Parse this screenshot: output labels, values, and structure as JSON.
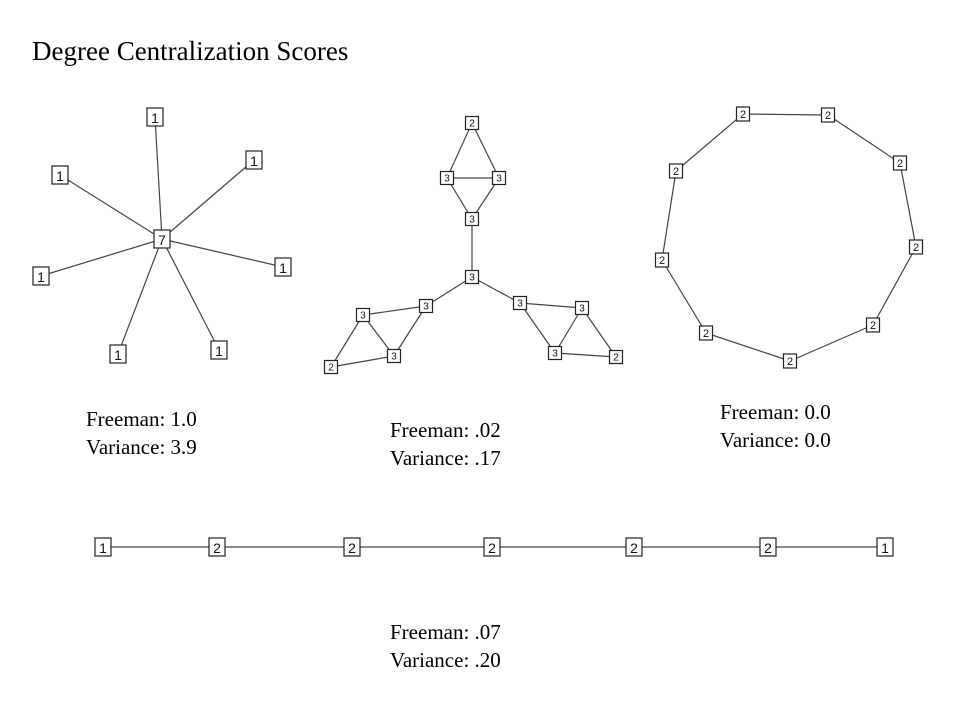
{
  "title": "Degree Centralization Scores",
  "graphs": [
    {
      "id": "star",
      "freeman_label": "Freeman: 1.0",
      "variance_label": "Variance: 3.9",
      "nodes": [
        {
          "id": "c",
          "degree": "7"
        },
        {
          "id": "n1",
          "degree": "1"
        },
        {
          "id": "n2",
          "degree": "1"
        },
        {
          "id": "n3",
          "degree": "1"
        },
        {
          "id": "n4",
          "degree": "1"
        },
        {
          "id": "n5",
          "degree": "1"
        },
        {
          "id": "n6",
          "degree": "1"
        },
        {
          "id": "n7",
          "degree": "1"
        }
      ],
      "edges": [
        [
          "c",
          "n1"
        ],
        [
          "c",
          "n2"
        ],
        [
          "c",
          "n3"
        ],
        [
          "c",
          "n4"
        ],
        [
          "c",
          "n5"
        ],
        [
          "c",
          "n6"
        ],
        [
          "c",
          "n7"
        ]
      ]
    },
    {
      "id": "tri-cluster",
      "freeman_label": "Freeman: .02",
      "variance_label": "Variance: .17",
      "nodes": [
        {
          "id": "top2",
          "degree": "2"
        },
        {
          "id": "topL",
          "degree": "3"
        },
        {
          "id": "topR",
          "degree": "3"
        },
        {
          "id": "topB",
          "degree": "3"
        },
        {
          "id": "center",
          "degree": "3"
        },
        {
          "id": "left3a",
          "degree": "3"
        },
        {
          "id": "left3b",
          "degree": "3"
        },
        {
          "id": "left3c",
          "degree": "3"
        },
        {
          "id": "left2",
          "degree": "2"
        },
        {
          "id": "right3a",
          "degree": "3"
        },
        {
          "id": "right3b",
          "degree": "3"
        },
        {
          "id": "right3c",
          "degree": "3"
        },
        {
          "id": "right2",
          "degree": "2"
        }
      ],
      "edges": [
        [
          "top2",
          "topL"
        ],
        [
          "top2",
          "topR"
        ],
        [
          "topL",
          "topR"
        ],
        [
          "topL",
          "topB"
        ],
        [
          "topR",
          "topB"
        ],
        [
          "topB",
          "center"
        ],
        [
          "center",
          "left3a"
        ],
        [
          "left3a",
          "left3b"
        ],
        [
          "left3a",
          "left3c"
        ],
        [
          "left3b",
          "left3c"
        ],
        [
          "left3b",
          "left2"
        ],
        [
          "left3c",
          "left2"
        ],
        [
          "center",
          "right3a"
        ],
        [
          "right3a",
          "right3b"
        ],
        [
          "right3a",
          "right3c"
        ],
        [
          "right3b",
          "right3c"
        ],
        [
          "right3b",
          "right2"
        ],
        [
          "right3c",
          "right2"
        ]
      ]
    },
    {
      "id": "ring",
      "freeman_label": "Freeman: 0.0",
      "variance_label": "Variance: 0.0",
      "nodes": [
        {
          "id": "r1",
          "degree": "2"
        },
        {
          "id": "r2",
          "degree": "2"
        },
        {
          "id": "r3",
          "degree": "2"
        },
        {
          "id": "r4",
          "degree": "2"
        },
        {
          "id": "r5",
          "degree": "2"
        },
        {
          "id": "r6",
          "degree": "2"
        },
        {
          "id": "r7",
          "degree": "2"
        },
        {
          "id": "r8",
          "degree": "2"
        },
        {
          "id": "r9",
          "degree": "2"
        }
      ],
      "edges": [
        [
          "r1",
          "r2"
        ],
        [
          "r2",
          "r3"
        ],
        [
          "r3",
          "r4"
        ],
        [
          "r4",
          "r5"
        ],
        [
          "r5",
          "r6"
        ],
        [
          "r6",
          "r7"
        ],
        [
          "r7",
          "r8"
        ],
        [
          "r8",
          "r9"
        ],
        [
          "r9",
          "r1"
        ]
      ]
    },
    {
      "id": "line",
      "freeman_label": "Freeman: .07",
      "variance_label": "Variance: .20",
      "nodes": [
        {
          "id": "l1",
          "degree": "1"
        },
        {
          "id": "l2",
          "degree": "2"
        },
        {
          "id": "l3",
          "degree": "2"
        },
        {
          "id": "l4",
          "degree": "2"
        },
        {
          "id": "l5",
          "degree": "2"
        },
        {
          "id": "l6",
          "degree": "2"
        },
        {
          "id": "l7",
          "degree": "1"
        }
      ],
      "edges": [
        [
          "l1",
          "l2"
        ],
        [
          "l2",
          "l3"
        ],
        [
          "l3",
          "l4"
        ],
        [
          "l4",
          "l5"
        ],
        [
          "l5",
          "l6"
        ],
        [
          "l6",
          "l7"
        ]
      ]
    }
  ]
}
